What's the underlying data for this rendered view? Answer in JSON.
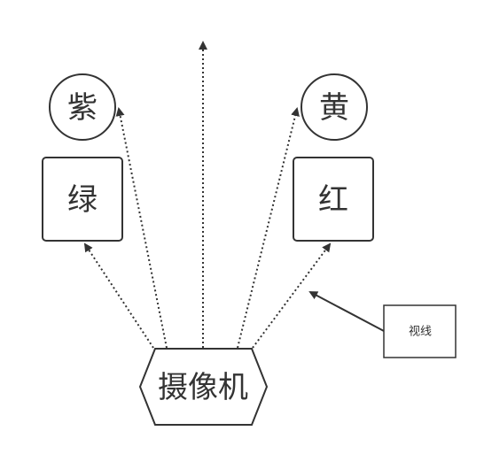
{
  "diagram": {
    "nodes": {
      "purple": {
        "label": "紫"
      },
      "yellow": {
        "label": "黄"
      },
      "green": {
        "label": "绿"
      },
      "red": {
        "label": "红"
      },
      "camera": {
        "label": "摄像机"
      },
      "sightline": {
        "label": "视线"
      }
    },
    "colors": {
      "stroke": "#333333",
      "text": "#333333",
      "background": "#ffffff"
    }
  }
}
